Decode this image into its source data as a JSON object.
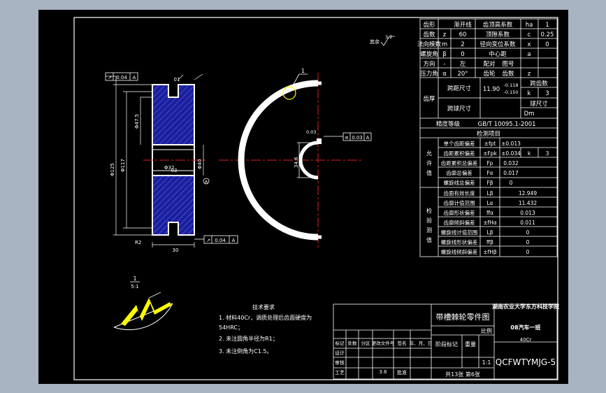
{
  "params": {
    "r1": [
      "齿形",
      "渐开线",
      "齿顶高系数",
      "ha",
      "1"
    ],
    "r2": [
      "齿数",
      "z",
      "60",
      "顶隙系数",
      "c",
      "0.25"
    ],
    "r3": [
      "法向模数",
      "m",
      "2",
      "径向变位系数",
      "x",
      "0"
    ],
    "r4": [
      "螺旋角",
      "β",
      "0",
      "中心距",
      "a",
      ""
    ],
    "r5": [
      "方向",
      "-",
      "左",
      "配对",
      "图号"
    ],
    "r6": [
      "压力角",
      "α",
      "20°",
      "齿轮",
      "齿数",
      "z"
    ],
    "span_label": "跨距尺寸",
    "span_value": "11.90",
    "tol_up": "-0.118",
    "tol_dn": "-0.150",
    "span_count": "跨齿数",
    "span_k": "k",
    "span_k_val": "3",
    "tooth_thick": "齿厚",
    "ball_label": "跨球尺寸",
    "ball_size": "球尺寸",
    "ball_dm": "Dm",
    "accuracy_label": "精度等级",
    "accuracy_value": "GB/T 10095.1-2001",
    "inspect_header": "检测项目",
    "allow_label": "允许值",
    "allow_rows": [
      [
        "单个齿距偏差",
        "±fpt",
        "±0.013"
      ],
      [
        "齿距累积偏差",
        "±Fpk",
        "±0.034",
        "k",
        "3"
      ],
      [
        "齿距累积总偏差",
        "Fp",
        "0.032"
      ],
      [
        "齿廓总偏差",
        "Fα",
        "0.017"
      ],
      [
        "螺旋线总偏差",
        "Fβ",
        "0"
      ]
    ],
    "check_label": "检验测值",
    "check_rows": [
      [
        "齿面有效长度",
        "Lβ",
        "12.949"
      ],
      [
        "齿廓计值范围",
        "Lα",
        "11.432"
      ],
      [
        "齿廓形状偏差",
        "ffα",
        "0.013"
      ],
      [
        "齿廓倾斜偏差",
        "±fHα",
        "0.011"
      ],
      [
        "螺旋线计值范围",
        "Lβ",
        "0"
      ],
      [
        "螺旋线形状偏差",
        "ffβ",
        "0"
      ],
      [
        "螺旋线倾斜偏差",
        "±fHβ",
        "0"
      ]
    ]
  },
  "drawing": {
    "roughness_top": "3.2",
    "roughness_mark": "其余",
    "detail_label_1": "1",
    "detail_scale": "5:1",
    "dims": {
      "phi_outer": "Φ125",
      "phi_117": "Φ117",
      "d47": "Φ47.5",
      "d32": "Φ32",
      "d40": "Φ40",
      "width_bottom": "30",
      "slot_a": "01",
      "slot_b": "03",
      "r2": "R2",
      "keyway": "34.6",
      "tol_small": "0.03",
      "ref_a": "A"
    },
    "gdt_top": [
      "0.04",
      "A"
    ],
    "gdt_bottom": [
      "0.04",
      "A"
    ],
    "gdt_mid": [
      "0.03",
      "A"
    ]
  },
  "tech": {
    "title": "技术要求",
    "items": [
      "1. 材料40Cr，调质处理后齿面硬度为",
      "54HRC；",
      "2. 未注圆角半径为R1；",
      "3. 未注倒角为C1.5。"
    ]
  },
  "titleblock": {
    "part_name": "带槽棘轮零件图",
    "school": "湖南农业大学东方科技学院",
    "class": "08汽车一班",
    "material": "40Cr",
    "scale": "1:1",
    "stage_mark": "阶段标记",
    "weight": "重量",
    "ratio": "比例",
    "sheets": "共13张 第6张",
    "drawing_no": "QCFWTYMJG-5",
    "rev_headers": [
      "标记",
      "处数",
      "分区",
      "更改文件号",
      "签名",
      "年、月、日"
    ],
    "roles": [
      "设计",
      "审核",
      "工艺",
      "批准"
    ],
    "date_short": "3.6"
  }
}
